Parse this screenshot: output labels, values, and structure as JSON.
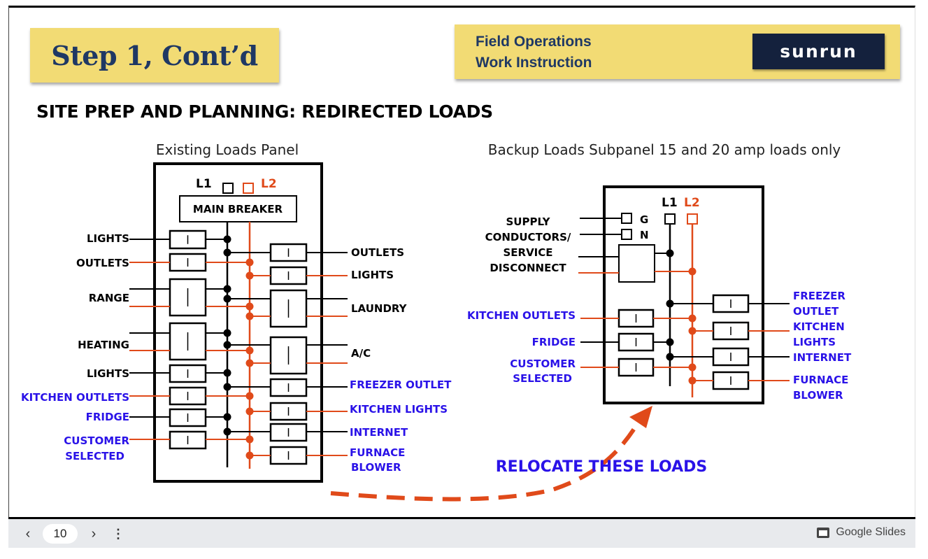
{
  "slide": {
    "title": "Step 1, Cont’d",
    "header_line1": "Field Operations",
    "header_line2": "Work Instruction",
    "logo_text": "sunrun",
    "section_title": "SITE PREP AND PLANNING: REDIRECTED LOADS"
  },
  "colors": {
    "yellow_box": "#f2db74",
    "navy_text": "#1f3864",
    "logo_bg": "#14213d",
    "l1_black": "#000000",
    "l2_orange": "#e04a1a",
    "relocate_blue": "#2a12e8"
  },
  "existing_panel": {
    "caption": "Existing Loads Panel",
    "l1_label": "L1",
    "l2_label": "L2",
    "main_breaker": "MAIN BREAKER",
    "left_loads": [
      {
        "label": "LIGHTS",
        "relocate": false
      },
      {
        "label": "OUTLETS",
        "relocate": false
      },
      {
        "label": "RANGE",
        "relocate": false
      },
      {
        "label": "HEATING",
        "relocate": false
      },
      {
        "label": "LIGHTS",
        "relocate": false
      },
      {
        "label": "KITCHEN OUTLETS",
        "relocate": true
      },
      {
        "label": "FRIDGE",
        "relocate": true
      },
      {
        "label": "CUSTOMER",
        "label2": "SELECTED",
        "relocate": true
      }
    ],
    "right_loads": [
      {
        "label": "OUTLETS",
        "relocate": false
      },
      {
        "label": "LIGHTS",
        "relocate": false
      },
      {
        "label": "LAUNDRY",
        "relocate": false
      },
      {
        "label": "A/C",
        "relocate": false
      },
      {
        "label": "FREEZER OUTLET",
        "relocate": true
      },
      {
        "label": "KITCHEN LIGHTS",
        "relocate": true
      },
      {
        "label": "INTERNET",
        "relocate": true
      },
      {
        "label": "FURNACE",
        "label2": "BLOWER",
        "relocate": true
      }
    ]
  },
  "backup_panel": {
    "caption": "Backup Loads Subpanel 15 and 20 amp loads only",
    "l1_label": "L1",
    "l2_label": "L2",
    "g_label": "G",
    "n_label": "N",
    "supply_label": [
      "SUPPLY",
      "CONDUCTORS/",
      "SERVICE",
      "DISCONNECT"
    ],
    "left_loads": [
      {
        "label": "KITCHEN OUTLETS"
      },
      {
        "label": "FRIDGE"
      },
      {
        "label": "CUSTOMER",
        "label2": "SELECTED"
      }
    ],
    "right_loads": [
      {
        "label": "FREEZER",
        "label2": "OUTLET"
      },
      {
        "label": "KITCHEN",
        "label2": "LIGHTS"
      },
      {
        "label": "INTERNET"
      },
      {
        "label": "FURNACE",
        "label2": "BLOWER"
      }
    ]
  },
  "relocate_label": "RELOCATE THESE LOADS",
  "bottom_bar": {
    "prev_icon": "chevron-left-icon",
    "page_number": "10",
    "next_icon": "chevron-right-icon",
    "menu_icon": "more-vert-icon",
    "brand_label": "Google Slides"
  }
}
